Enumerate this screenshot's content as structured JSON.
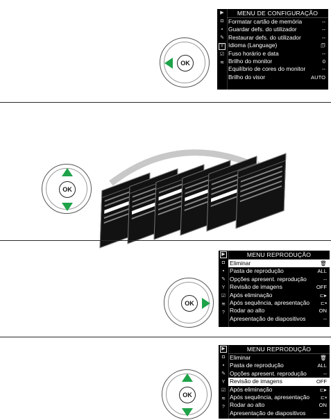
{
  "common": {
    "ok_label": "OK"
  },
  "panel1": {
    "title": "MENU DE CONFIGURAÇÃO",
    "rows": [
      {
        "label": "Formatar cartão de memória",
        "value": "--"
      },
      {
        "label": "Guardar defs. do utilizador",
        "value": "--"
      },
      {
        "label": "Restaurar defs. do utilizador",
        "value": "--"
      },
      {
        "label": "Idioma (Language)",
        "value": "🗊"
      },
      {
        "label": "Fuso horário e data",
        "value": "--"
      },
      {
        "label": "Brilho do monitor",
        "value": "0"
      },
      {
        "label": "Equilíbrio de cores do monitor",
        "value": "--"
      },
      {
        "label": "Brilho do visor",
        "value": "AUTO"
      }
    ]
  },
  "panel3": {
    "title": "MENU REPRODUÇÃO",
    "rows": [
      {
        "label": "Eliminar",
        "value": "🗑"
      },
      {
        "label": "Pasta de reprodução",
        "value": "ALL"
      },
      {
        "label": "Opções apresent. reprodução",
        "value": "--"
      },
      {
        "label": "Revisão de imagens",
        "value": "OFF"
      },
      {
        "label": "Após eliminação",
        "value": "⊏▸"
      },
      {
        "label": "Após sequência, apresentação",
        "value": "⊏▪"
      },
      {
        "label": "Rodar ao alto",
        "value": "ON"
      },
      {
        "label": "Apresentação de diapositivos",
        "value": "--"
      }
    ]
  },
  "panel4": {
    "title": "MENU REPRODUÇÃO",
    "rows": [
      {
        "label": "Eliminar",
        "value": "🗑"
      },
      {
        "label": "Pasta de reprodução",
        "value": "ALL"
      },
      {
        "label": "Opções apresent. reprodução",
        "value": "--"
      },
      {
        "label": "Revisão de imagens",
        "value": "OFF"
      },
      {
        "label": "Após eliminação",
        "value": "⊏▸"
      },
      {
        "label": "Após sequência, apresentação",
        "value": "⊏▪"
      },
      {
        "label": "Rodar ao alto",
        "value": "ON"
      },
      {
        "label": "Apresentação de diapositivos",
        "value": "--"
      }
    ]
  },
  "colors": {
    "arrow": "#1fa34a",
    "screen_bg": "#000000"
  }
}
